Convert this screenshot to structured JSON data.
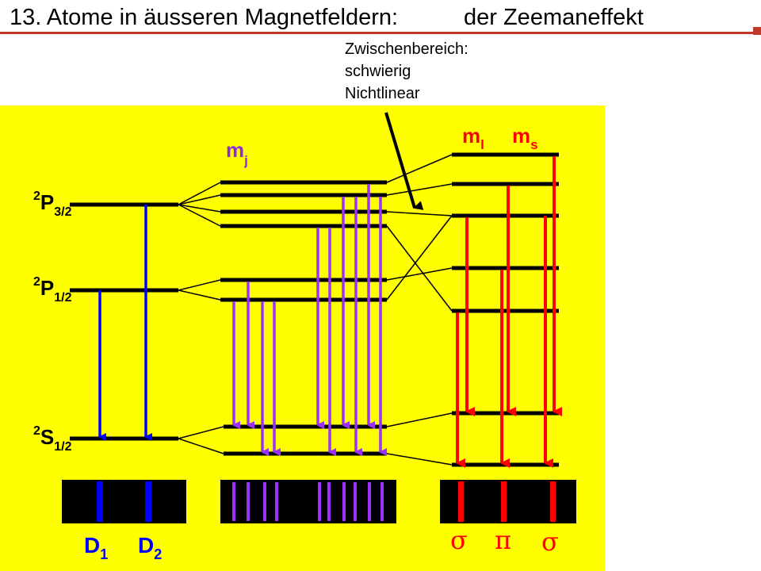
{
  "title": {
    "part1": "13. Atome in äusseren Magnetfeldern:",
    "part2": "der Zeemaneffekt"
  },
  "annotation": {
    "lines": [
      "Zwischenbereich:",
      "schwierig",
      "Nichtlinear"
    ]
  },
  "levels": {
    "p32": {
      "main": "2",
      "letter": "P",
      "sub": "3/2"
    },
    "p12": {
      "main": "2",
      "letter": "P",
      "sub": "1/2"
    },
    "s12": {
      "main": "2",
      "letter": "S",
      "sub": "1/2"
    }
  },
  "column_labels": {
    "mj": {
      "main": "m",
      "sub": "j"
    },
    "ml": {
      "main": "m",
      "sub": "l"
    },
    "ms": {
      "main": "m",
      "sub": "s"
    }
  },
  "spectrum_labels": {
    "d1": {
      "main": "D",
      "sub": "1"
    },
    "d2": {
      "main": "D",
      "sub": "2"
    },
    "sigma_left": "σ",
    "pi": "π",
    "sigma_right": "σ"
  },
  "colors": {
    "panel": "#ffff00",
    "level": "#000000",
    "zero_field": "#0000ff",
    "anomalous": "#9b30ff",
    "paschen_back": "#ff0000",
    "label_purple": "#8b2be2",
    "label_red": "#ff0000",
    "label_blue": "#0000ff"
  }
}
